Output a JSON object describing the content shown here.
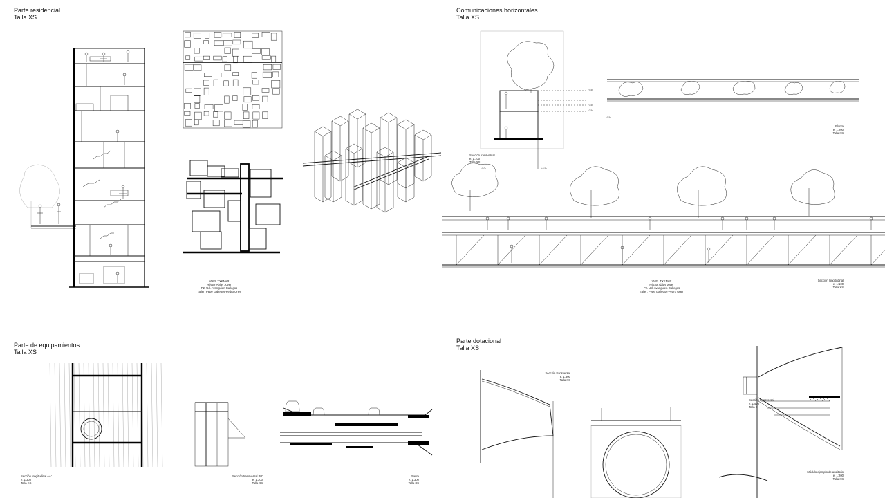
{
  "panels": {
    "residential": {
      "title_line1": "Parte residencial",
      "title_line2": "Talla XS",
      "credits": [
        "VHEL TXKNAR",
        "Héctor Ablay Jover",
        "P2. Ud. Avanguien Gallegos",
        "Taller: Pepe Gallegos-Pedro Oner"
      ]
    },
    "horizontal": {
      "title_line1": "Comunicaciones horizontales",
      "title_line2": "Talla XS",
      "cap_transversal": [
        "Sección transversal",
        "e. 1:100",
        "Talla XS"
      ],
      "cap_planta": [
        "Planta",
        "e. 1:200",
        "Talla XS"
      ],
      "cap_longitudinal": [
        "Sección longitudinal",
        "e. 1:100",
        "Talla XS"
      ],
      "credits": [
        "VHEL TXKNAR",
        "Héctor Ablay Jover",
        "P2. Ud. Avanguien Gallegos",
        "Taller: Pepe Gallegos-Pedro Oner"
      ],
      "levels": [
        "+4.5x",
        "+3.5x",
        "+2.5x",
        "+0.5x",
        "+0.0x",
        "+0.5x"
      ]
    },
    "equipment": {
      "title_line1": "Parte de equipamientos",
      "title_line2": "Talla XS",
      "cap_aa": [
        "Sección longitudinal AA'",
        "e. 1:300",
        "Talla XS"
      ],
      "cap_bb": [
        "Sección transversal BB'",
        "e. 1:300",
        "Talla XS"
      ],
      "cap_planta": [
        "Planta",
        "e. 1:300",
        "Talla XS"
      ]
    },
    "dotational": {
      "title_line1": "Parte dotacional",
      "title_line2": "Talla XS",
      "cap_transversal_a": [
        "Sección transversal",
        "e. 1:300",
        "Talla XS"
      ],
      "cap_transversal_b": [
        "Sección transversal",
        "e. 1:500",
        "Talla S"
      ],
      "cap_modulo": [
        "Módulo ejemplo de auditorio",
        "e. 1:200",
        "Talla XS"
      ]
    }
  },
  "colors": {
    "ink": "#111111",
    "paper": "#ffffff",
    "hatch": "#999999"
  }
}
